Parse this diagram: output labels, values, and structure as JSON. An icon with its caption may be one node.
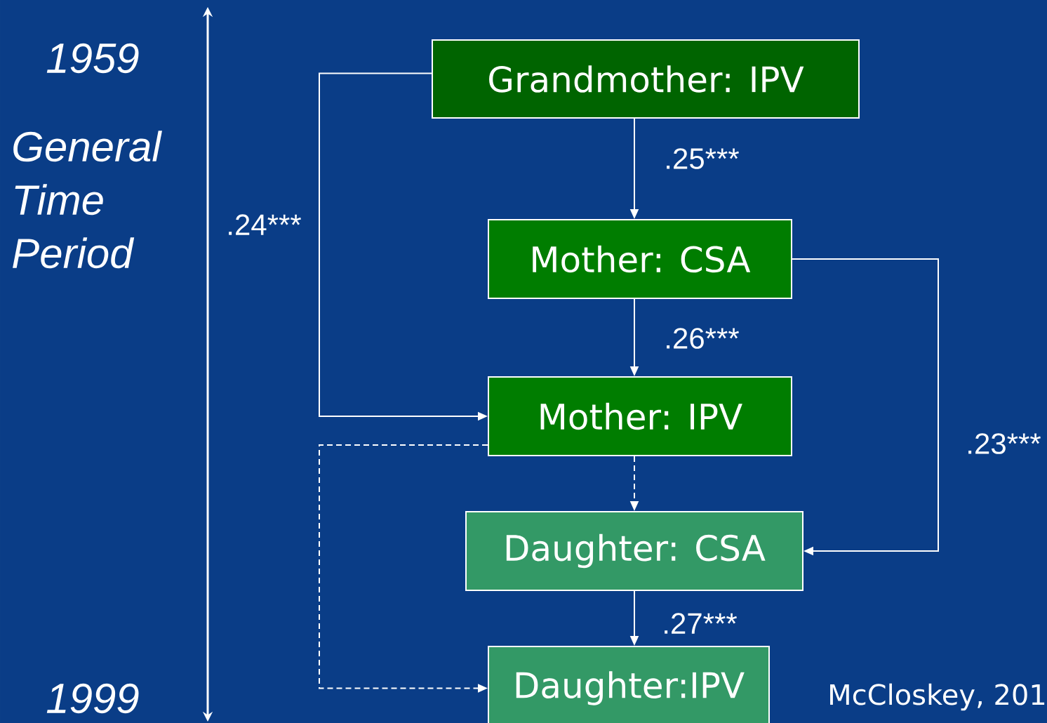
{
  "diagram": {
    "nodes": [
      {
        "text": [
          "Grandmother: IPV"
        ]
      },
      {
        "text": [
          "Mother: CSA"
        ]
      },
      {
        "text": [
          "Mother: IPV"
        ]
      },
      {
        "text": [
          "Daughter: CSA"
        ]
      },
      {
        "text": [
          "Daughter:IPV"
        ]
      }
    ],
    "edges": [
      {
        "from": 0,
        "to": 1,
        "arrow": "to",
        "label": ".25***"
      },
      {
        "from": 0,
        "to": 2,
        "arrow": "to",
        "label": ".24***"
      },
      {
        "from": 1,
        "to": 2,
        "arrow": "to",
        "label": ".26***"
      },
      {
        "from": 2,
        "to": 3,
        "arrow": "to",
        "style": "dashed"
      },
      {
        "from": 1,
        "to": 3,
        "arrow": "to",
        "label": ".23***"
      },
      {
        "from": 3,
        "to": 4,
        "arrow": "to",
        "label": ".27***"
      },
      {
        "from": 2,
        "to": 4,
        "arrow": "to",
        "style": "dashed"
      }
    ],
    "labels": [
      "1959",
      "General Time Period",
      "1999",
      "McCloskey, 201"
    ]
  }
}
